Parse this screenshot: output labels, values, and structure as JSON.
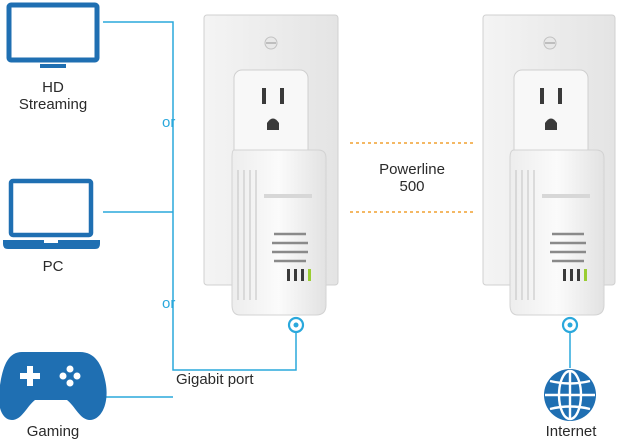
{
  "colors": {
    "accent": "#2aa8dc",
    "icon_blue": "#1f6fb2",
    "dashed": "#f0a030"
  },
  "devices": [
    {
      "name": "tv",
      "icon": "monitor-icon",
      "label": "HD\nStreaming"
    },
    {
      "name": "pc",
      "icon": "laptop-icon",
      "label": "PC"
    },
    {
      "name": "gaming",
      "icon": "gamepad-icon",
      "label": "Gaming"
    }
  ],
  "or_labels": [
    "or",
    "or"
  ],
  "link_label": "Powerline\n500",
  "port_label": "Gigabit port",
  "internet": {
    "icon": "globe-icon",
    "label": "Internet"
  }
}
